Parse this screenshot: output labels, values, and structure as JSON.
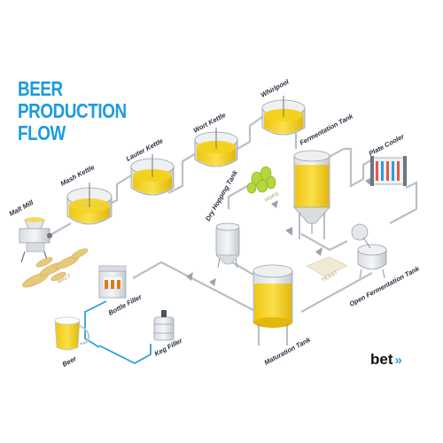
{
  "title": {
    "line1": "BEER",
    "line2": "PRODUCTION",
    "line3": "FLOW"
  },
  "stations": {
    "malt_mill": "Malt Mill",
    "mash_kettle": "Mash Kettle",
    "lauter_kettle": "Lauter Kettle",
    "wort_kettle": "Wort Kettle",
    "whirlpool": "Whirlpool",
    "fermentation_tank": "Fermentation Tank",
    "plate_cooler": "Plate Cooler",
    "dry_hopping_tank": "Dry Hopping Tank",
    "open_fermentation_tank": "Open Fermentation Tank",
    "maturation_tank": "Maturation Tank",
    "bottle_filler": "Bottle Filler",
    "keg_filler": "Keg Filler",
    "beer": "Beer"
  },
  "ingredients": {
    "malt": "MALT",
    "hops": "HOPS",
    "yeast": "YEAST"
  },
  "brand": {
    "name": "bet",
    "arrow": "»"
  },
  "colors": {
    "title": "#1b9be0",
    "beer": "#f3d21b",
    "pipe_gray": "#b9bfc6",
    "pipe_blue": "#2a9fe0",
    "ingredient_tag": "#c9b98a"
  }
}
